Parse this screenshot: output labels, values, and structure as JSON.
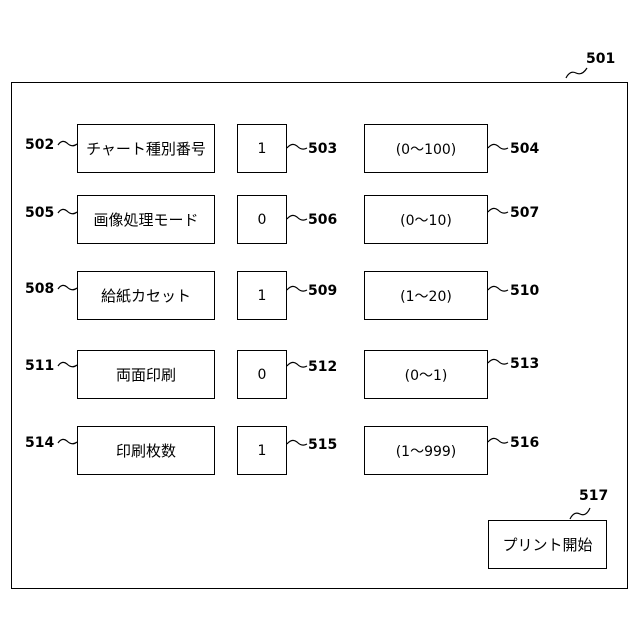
{
  "panel_ref": "501",
  "rows": [
    {
      "label": "チャート種別番号",
      "label_ref": "502",
      "value": "1",
      "value_ref": "503",
      "range": "(0〜100)",
      "range_ref": "504"
    },
    {
      "label": "画像処理モード",
      "label_ref": "505",
      "value": "0",
      "value_ref": "506",
      "range": "(0〜10)",
      "range_ref": "507"
    },
    {
      "label": "給紙カセット",
      "label_ref": "508",
      "value": "1",
      "value_ref": "509",
      "range": "(1〜20)",
      "range_ref": "510"
    },
    {
      "label": "両面印刷",
      "label_ref": "511",
      "value": "0",
      "value_ref": "512",
      "range": "(0〜1)",
      "range_ref": "513"
    },
    {
      "label": "印刷枚数",
      "label_ref": "514",
      "value": "1",
      "value_ref": "515",
      "range": "(1〜999)",
      "range_ref": "516"
    }
  ],
  "start_button": {
    "label": "プリント開始",
    "ref": "517"
  }
}
